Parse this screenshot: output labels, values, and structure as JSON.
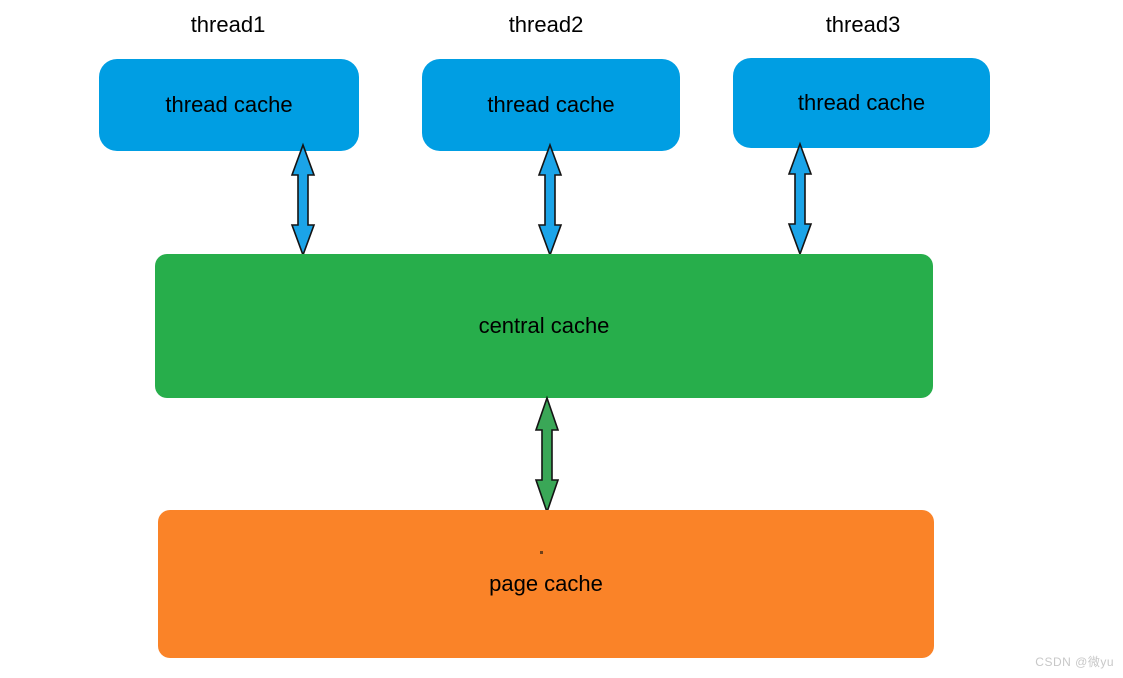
{
  "diagram": {
    "title": "memory pool three-layer cache architecture",
    "background": "#ffffff",
    "colors": {
      "thread_cache": "#009ee3",
      "central_cache": "#27ae4b",
      "page_cache": "#fa8328",
      "arrow_outline": "#1a1a1a",
      "text": "#000000",
      "watermark": "#c8c8c8"
    },
    "thread_labels": [
      {
        "text": "thread1"
      },
      {
        "text": "thread2"
      },
      {
        "text": "thread3"
      }
    ],
    "thread_boxes": [
      {
        "text": "thread cache"
      },
      {
        "text": "thread cache"
      },
      {
        "text": "thread cache"
      }
    ],
    "central_box": {
      "text": "central cache"
    },
    "page_box": {
      "text": "page cache"
    },
    "arrows": [
      {
        "name": "thread1-to-central",
        "direction": "bidirectional",
        "color": "#009ee3"
      },
      {
        "name": "thread2-to-central",
        "direction": "bidirectional",
        "color": "#009ee3"
      },
      {
        "name": "thread3-to-central",
        "direction": "bidirectional",
        "color": "#009ee3"
      },
      {
        "name": "central-to-page",
        "direction": "bidirectional",
        "color": "#27ae4b"
      }
    ],
    "watermark": {
      "text": "CSDN @微yu"
    }
  }
}
